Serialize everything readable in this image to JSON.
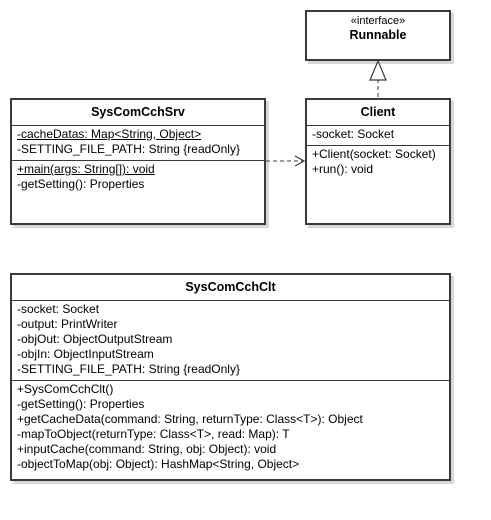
{
  "runnable": {
    "stereotype": "«interface»",
    "name": "Runnable"
  },
  "srv": {
    "name": "SysComCchSrv",
    "attributes": [
      "-cacheDatas: Map<String, Object>",
      "-SETTING_FILE_PATH: String {readOnly}"
    ],
    "methods": [
      "+main(args: String[]): void",
      "-getSetting(): Properties"
    ]
  },
  "client": {
    "name": "Client",
    "attributes": [
      "-socket: Socket"
    ],
    "methods": [
      "+Client(socket: Socket)",
      "+run(): void"
    ]
  },
  "clt": {
    "name": "SysComCchClt",
    "attributes": [
      "-socket: Socket",
      "-output: PrintWriter",
      "-objOut: ObjectOutputStream",
      "-objIn: ObjectInputStream",
      "-SETTING_FILE_PATH: String {readOnly}"
    ],
    "methods": [
      "+SysComCchClt()",
      "-getSetting(): Properties",
      "+getCacheData(command: String, returnType: Class<T>): Object",
      "-mapToObject(returnType: Class<T>, read: Map): T",
      "+inputCache(command: String, obj: Object): void",
      "-objectToMap(obj: Object): HashMap<String, Object>"
    ]
  },
  "colors": {
    "border": "#3a3a3a",
    "shadow": "#d8d8d8"
  }
}
